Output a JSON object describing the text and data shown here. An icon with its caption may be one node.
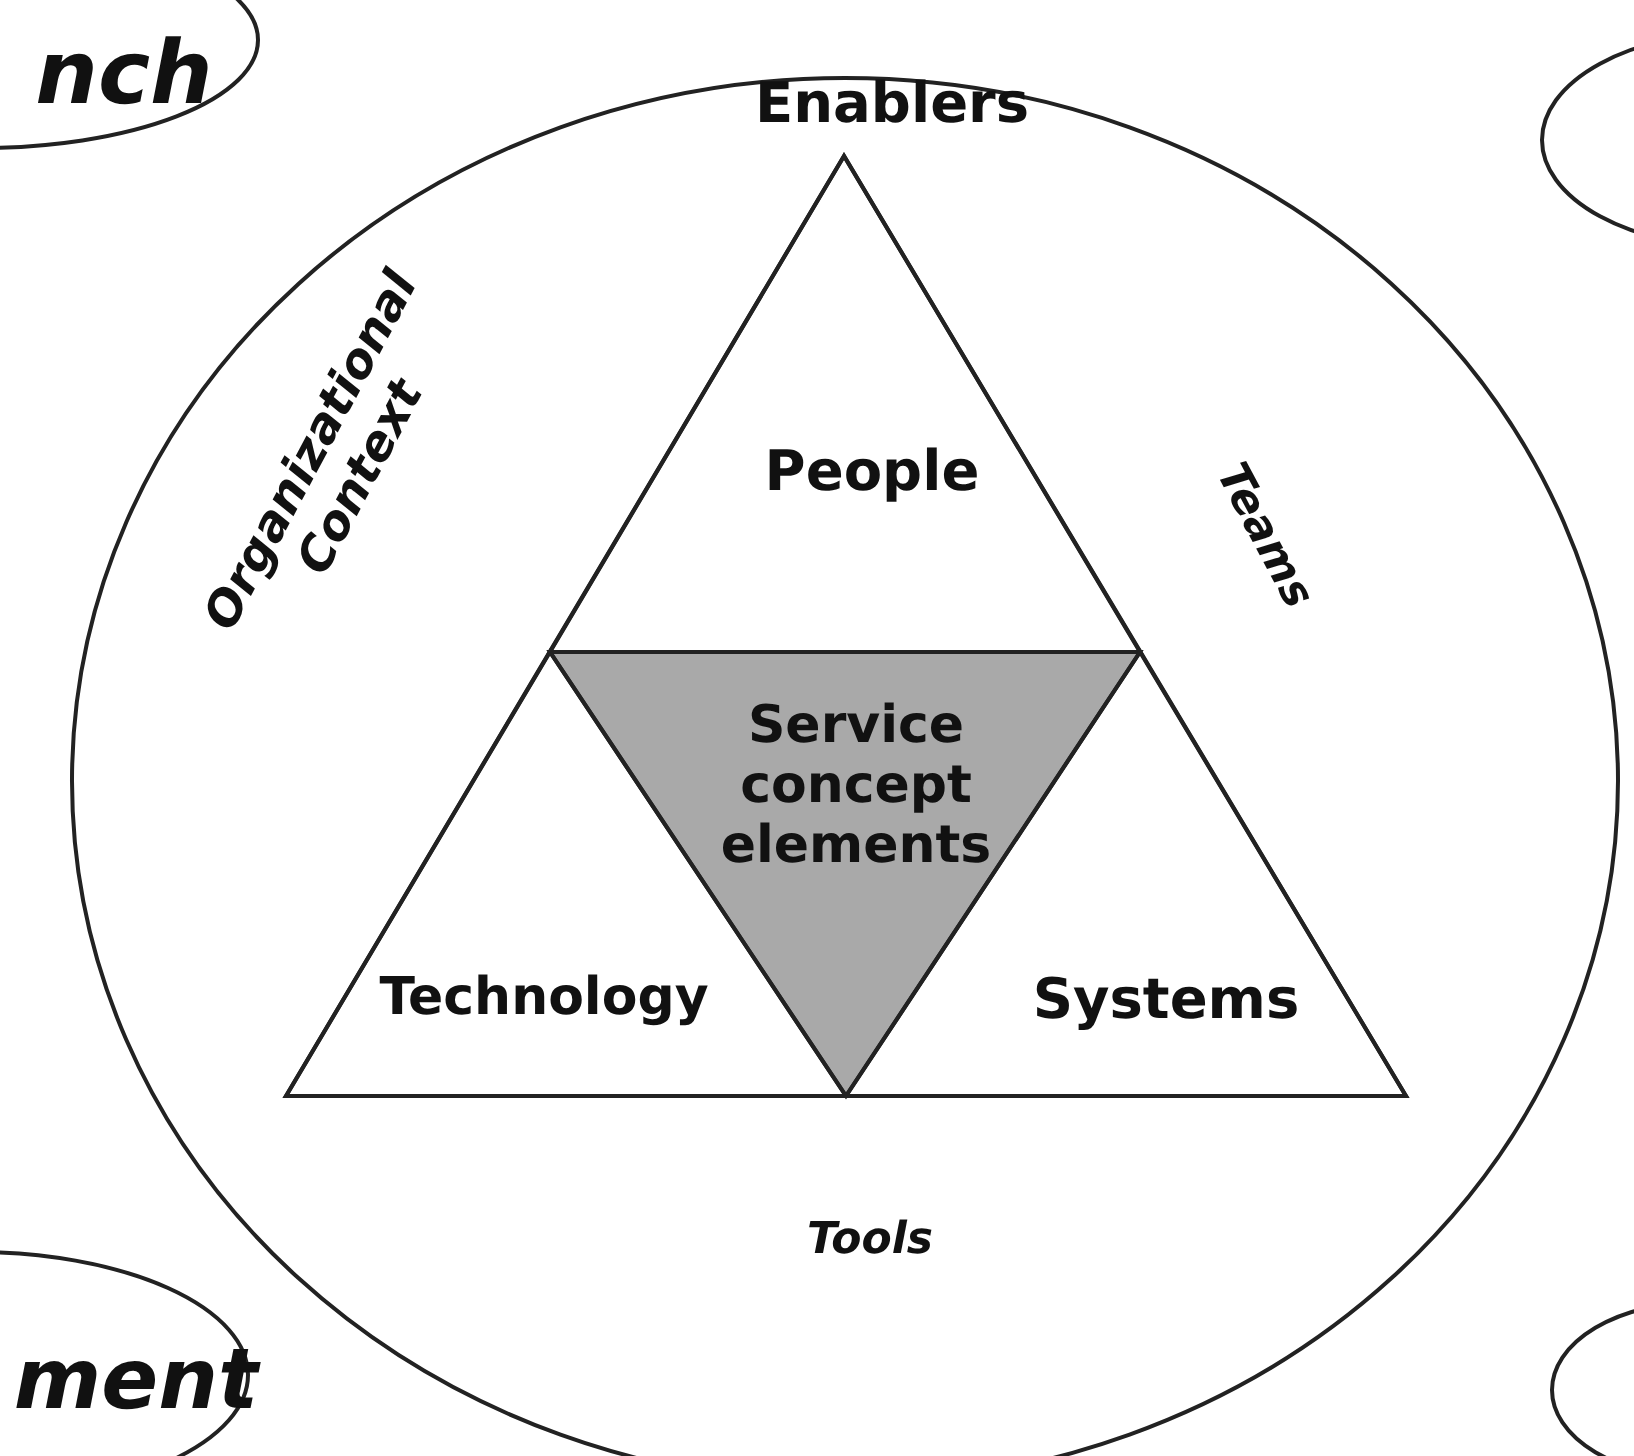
{
  "diagram": {
    "nodes": [
      {
        "text": [
          "nch"
        ]
      },
      {
        "text": [],
        "shape": "ellipse"
      },
      {
        "text": [
          "Organizational Context",
          "Teams",
          "Tools"
        ]
      },
      {
        "text": [
          "Enablers"
        ],
        "in": 2
      },
      {
        "text": [
          "People"
        ],
        "in": 3
      },
      {
        "text": [
          "Service concept elements"
        ],
        "in": 3
      },
      {
        "text": [
          "Technology"
        ],
        "in": 3
      },
      {
        "text": [
          "Systems"
        ],
        "in": 3
      },
      {
        "text": [
          "ment"
        ]
      },
      {
        "text": [],
        "shape": "ellipse"
      }
    ]
  }
}
